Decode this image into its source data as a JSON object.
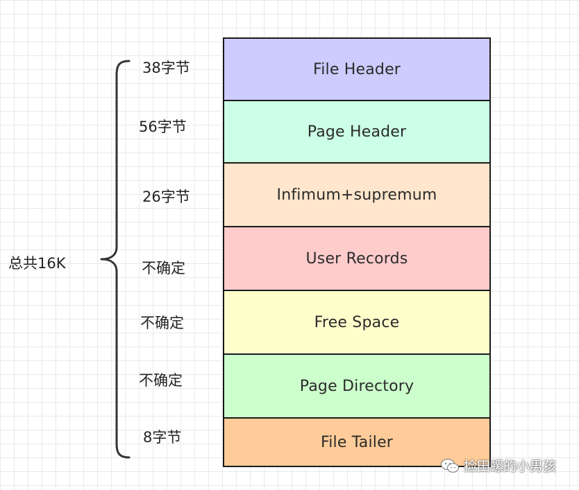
{
  "total_label": "总共16K",
  "blocks": [
    {
      "name": "File Header",
      "size": "38字节",
      "color": "#ccccff"
    },
    {
      "name": "Page Header",
      "size": "56字节",
      "color": "#ccffe6"
    },
    {
      "name": "Infimum+supremum",
      "size": "26字节",
      "color": "#ffe6cc"
    },
    {
      "name": "User Records",
      "size": "不确定",
      "color": "#ffcccc"
    },
    {
      "name": "Free Space",
      "size": "不确定",
      "color": "#ffffcc"
    },
    {
      "name": "Page Directory",
      "size": "不确定",
      "color": "#ccffcc"
    },
    {
      "name": "File Tailer",
      "size": "8字节",
      "color": "#ffcc99"
    }
  ],
  "watermark": {
    "icon": "wechat-icon",
    "text": "捡田螺的小男孩"
  }
}
